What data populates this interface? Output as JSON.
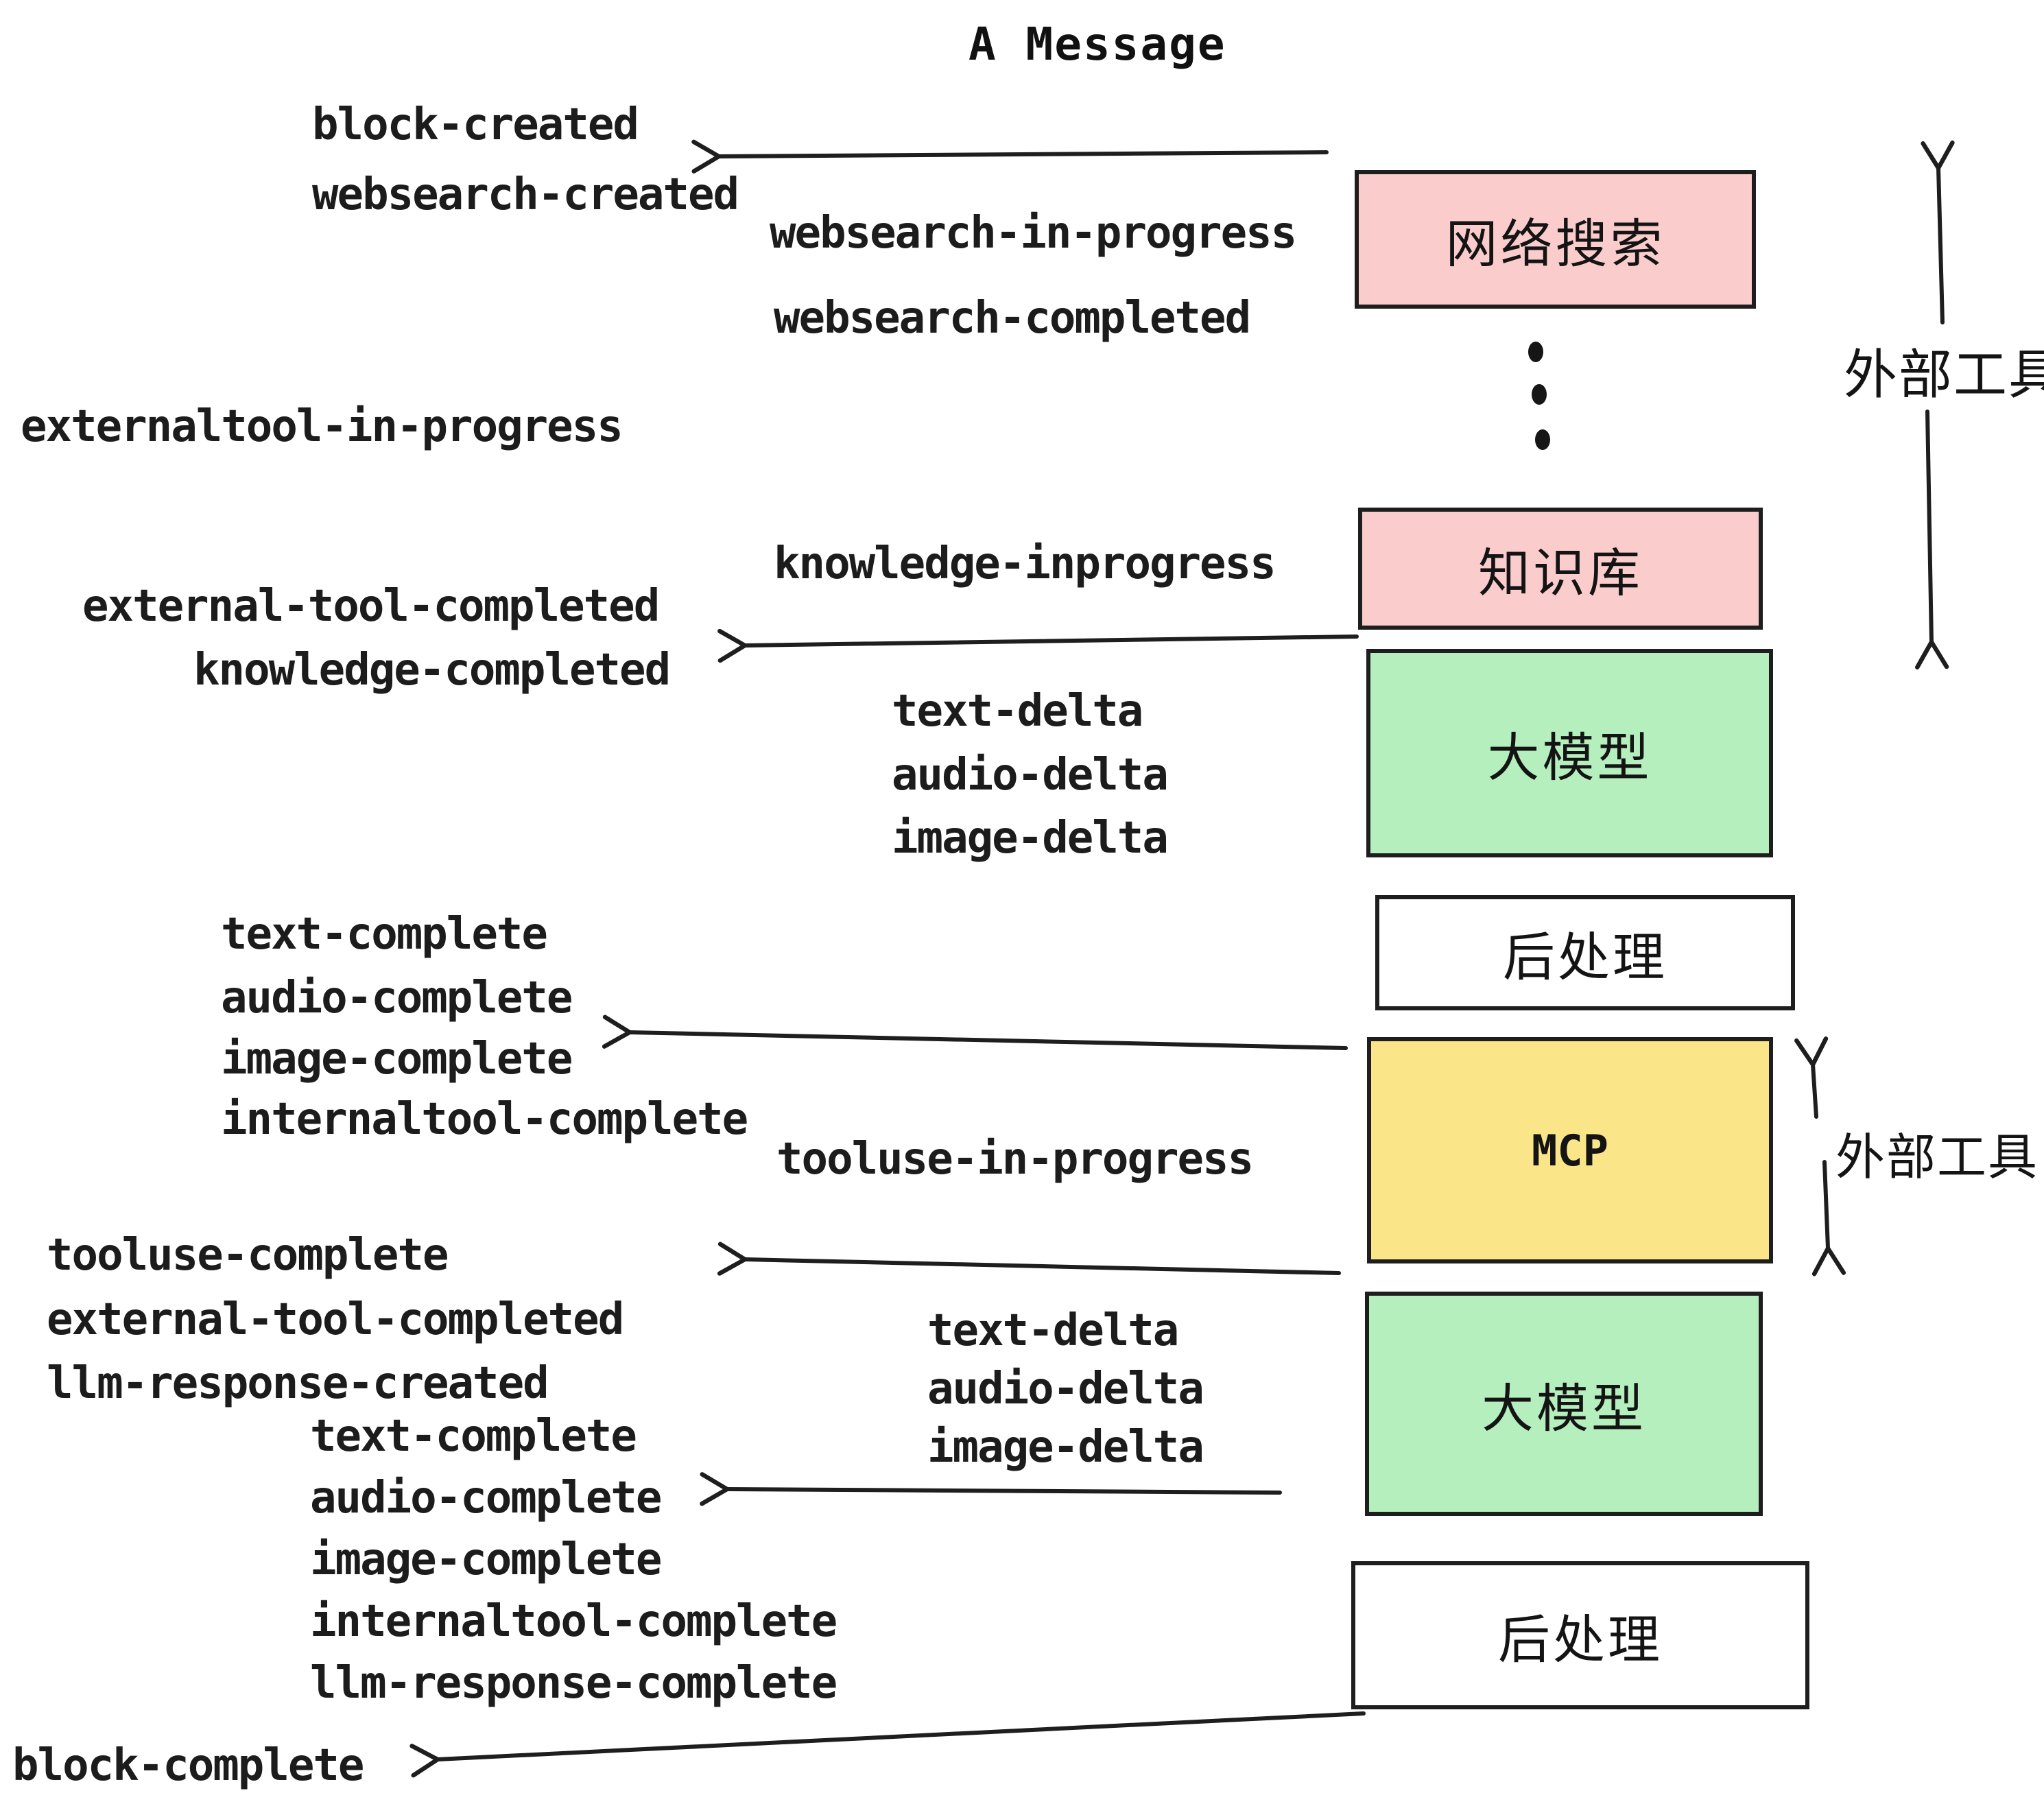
{
  "title": "A Message",
  "boxes": [
    {
      "id": "websearch",
      "label": "网络搜索",
      "fill": "#fbcccc"
    },
    {
      "id": "knowledge",
      "label": "知识库",
      "fill": "#fbcccc"
    },
    {
      "id": "llm1",
      "label": "大模型",
      "fill": "#b5efbd"
    },
    {
      "id": "post1",
      "label": "后处理",
      "fill": "#ffffff"
    },
    {
      "id": "mcp",
      "label": "MCP",
      "fill": "#fae588"
    },
    {
      "id": "llm2",
      "label": "大模型",
      "fill": "#b5efbd"
    },
    {
      "id": "post2",
      "label": "后处理",
      "fill": "#ffffff"
    }
  ],
  "events": {
    "block_created": "block-created",
    "websearch_created": "websearch-created",
    "websearch_in_progress": "websearch-in-progress",
    "websearch_completed": "websearch-completed",
    "externaltool_in_progress": "externaltool-in-progress",
    "knowledge_inprogress": "knowledge-inprogress",
    "external_tool_completed_1": "external-tool-completed",
    "knowledge_completed": "knowledge-completed",
    "deltas1": [
      "text-delta",
      "audio-delta",
      "image-delta"
    ],
    "completes1": [
      "text-complete",
      "audio-complete",
      "image-complete",
      "internaltool-complete"
    ],
    "tooluse_in_progress": "tooluse-in-progress",
    "tooluse_complete": "tooluse-complete",
    "external_tool_completed_2": "external-tool-completed",
    "llm_response_created": "llm-response-created",
    "deltas2": [
      "text-delta",
      "audio-delta",
      "image-delta"
    ],
    "completes2": [
      "text-complete",
      "audio-complete",
      "image-complete",
      "internaltool-complete",
      "llm-response-complete"
    ],
    "block_complete": "block-complete"
  },
  "annotations": {
    "external_tools_top": "外部工具",
    "external_tools_mid": "外部工具"
  },
  "colors": {
    "stroke": "#1e1e1e",
    "pink": "#fbcccc",
    "green": "#b5efbd",
    "yellow": "#fae588"
  }
}
